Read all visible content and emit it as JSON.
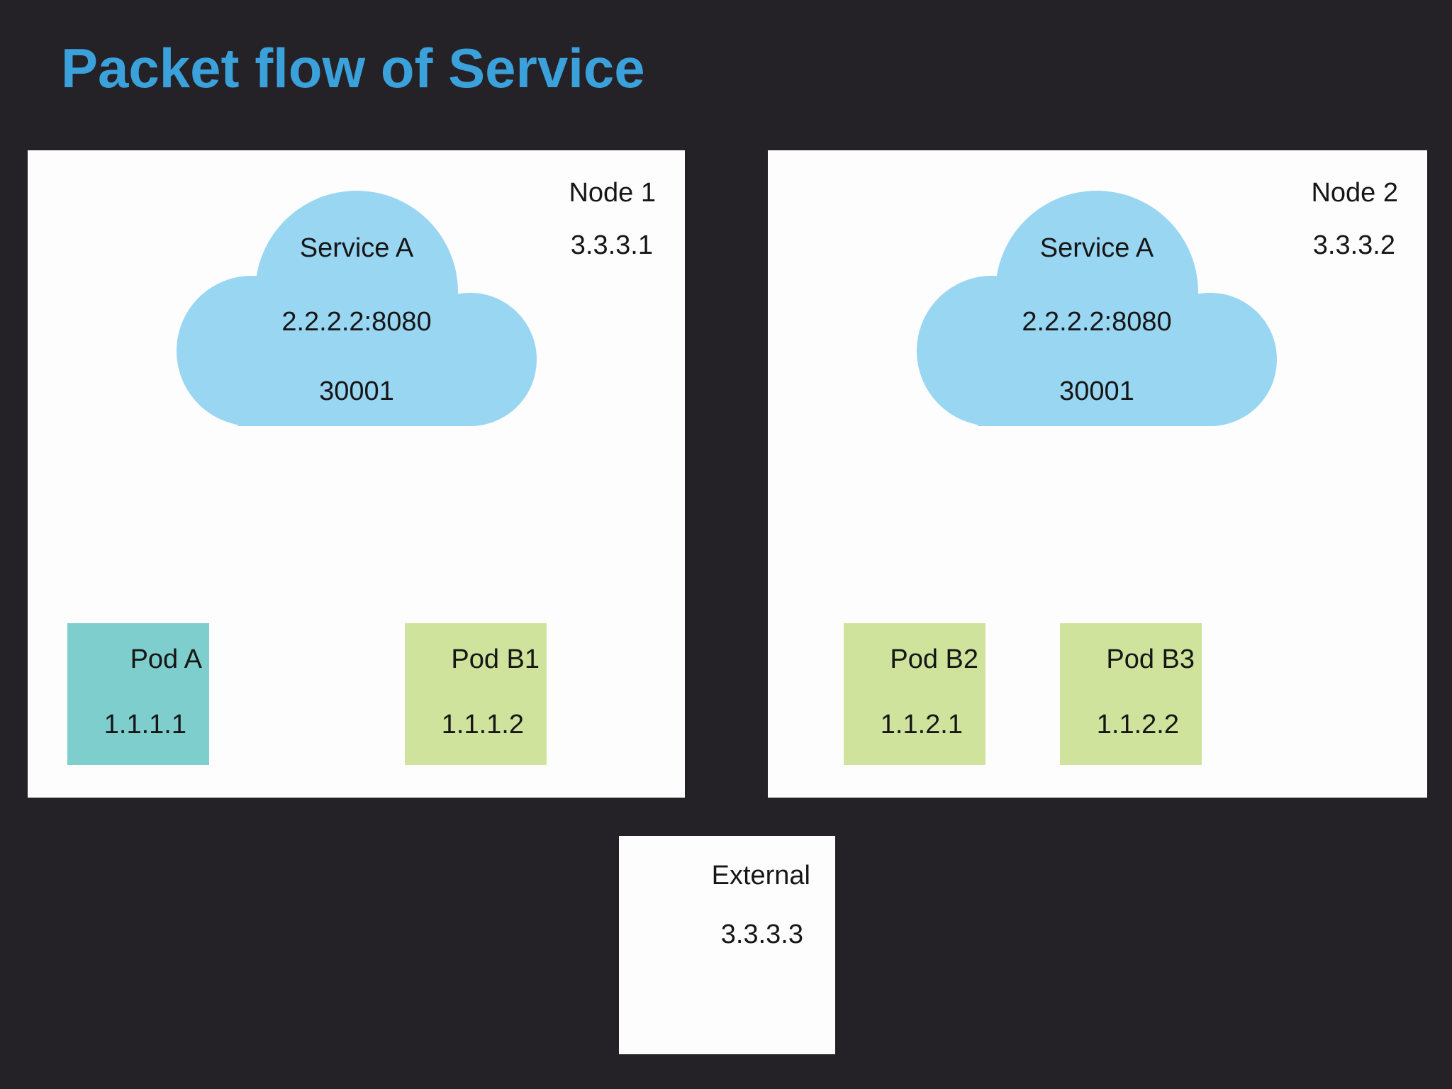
{
  "title": "Packet flow of Service",
  "colors": {
    "background": "#242127",
    "title": "#3BA1DB",
    "cloud": "#99D6F2",
    "pod_teal": "#7ECECD",
    "pod_green": "#CFE39C",
    "box": "#FDFDFE",
    "text": "#161616"
  },
  "nodes": [
    {
      "name": "Node 1",
      "ip": "3.3.3.1",
      "service": {
        "name": "Service A",
        "endpoint": "2.2.2.2:8080",
        "node_port": "30001"
      },
      "pods": [
        {
          "name": "Pod A",
          "ip": "1.1.1.1"
        },
        {
          "name": "Pod B1",
          "ip": "1.1.1.2"
        }
      ]
    },
    {
      "name": "Node 2",
      "ip": "3.3.3.2",
      "service": {
        "name": "Service A",
        "endpoint": "2.2.2.2:8080",
        "node_port": "30001"
      },
      "pods": [
        {
          "name": "Pod B2",
          "ip": "1.1.2.1"
        },
        {
          "name": "Pod B3",
          "ip": "1.1.2.2"
        }
      ]
    }
  ],
  "external": {
    "name": "External",
    "ip": "3.3.3.3"
  }
}
